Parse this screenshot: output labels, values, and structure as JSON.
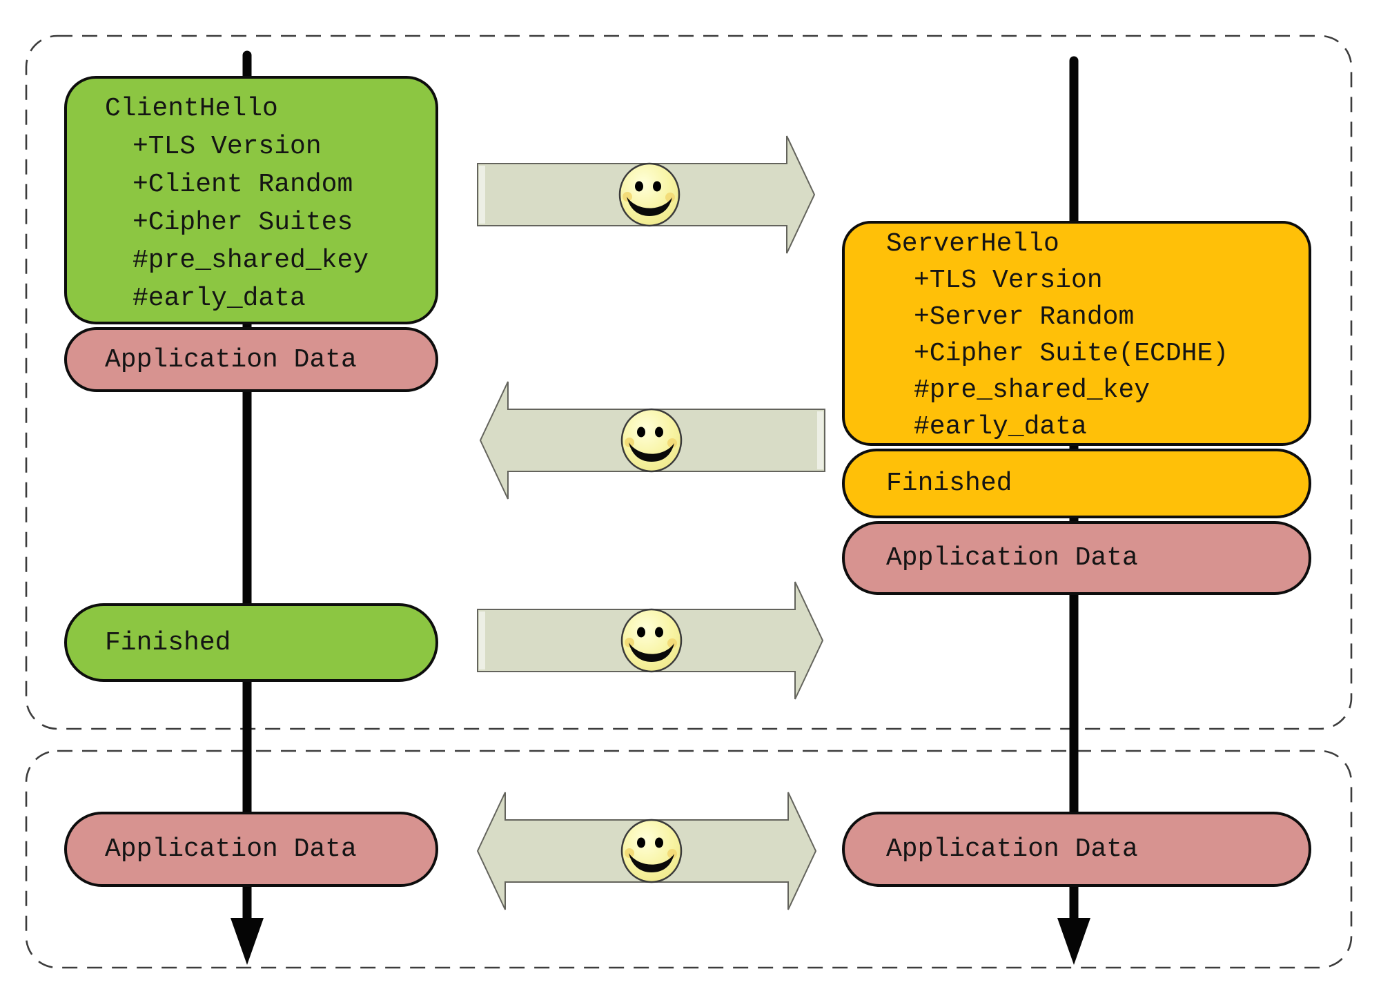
{
  "client_column": {
    "client_hello_box": {
      "title": "ClientHello",
      "items": [
        "+TLS Version",
        "+Client Random",
        "+Cipher Suites",
        "#pre_shared_key",
        "#early_data"
      ]
    },
    "application_data_pill_1": {
      "label": "Application Data"
    },
    "finished_pill": {
      "label": "Finished"
    },
    "application_data_pill_2": {
      "label": "Application Data"
    }
  },
  "server_column": {
    "server_hello_box": {
      "title": "ServerHello",
      "items": [
        "+TLS Version",
        "+Server Random",
        "+Cipher Suite(ECDHE)",
        "#pre_shared_key",
        "#early_data"
      ]
    },
    "finished_pill": {
      "label": "Finished"
    },
    "application_data_pill_1": {
      "label": "Application Data"
    },
    "application_data_pill_2": {
      "label": "Application Data"
    }
  },
  "icons": {
    "smiley": "smiley-face-icon",
    "arrow_1": "right-arrow",
    "arrow_2": "left-arrow",
    "arrow_3": "right-arrow",
    "arrow_4": "double-headed-arrow",
    "client_lifeline": "downward-arrow-line",
    "server_lifeline": "downward-arrow-line"
  },
  "colors": {
    "client_green": "#8CC642",
    "server_orange": "#FFC008",
    "app_data_pink": "#D79390",
    "arrow_fill": "#D8DCC6",
    "smiley_yellow": "#F7F3A0",
    "outline_black": "#0d0d0d"
  }
}
